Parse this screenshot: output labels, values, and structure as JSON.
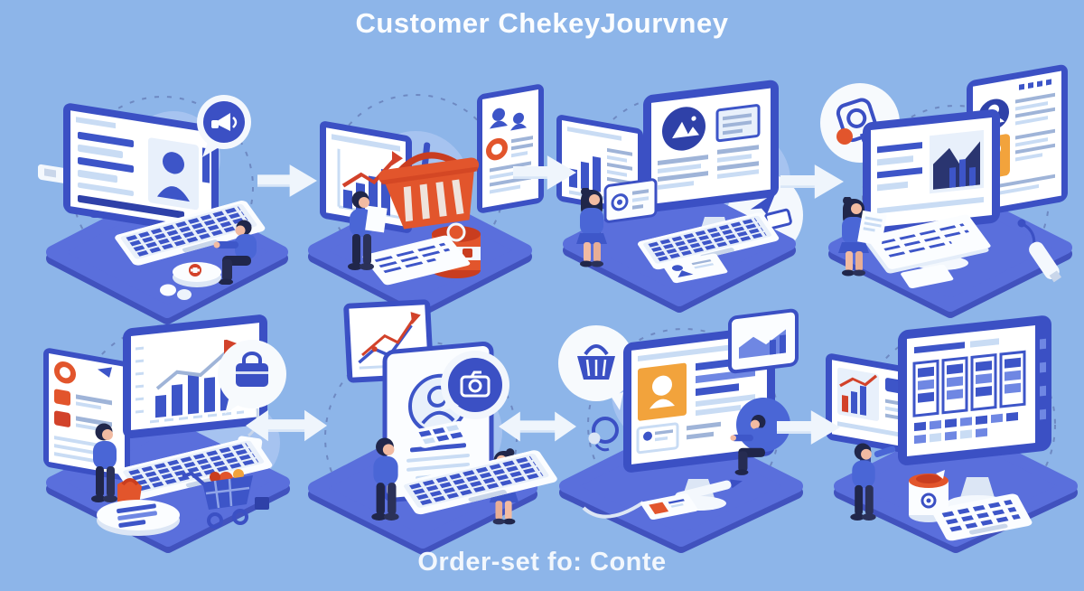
{
  "title": "Customer ChekeyJourvney",
  "subtitle": "Order-set fo: Conte",
  "colors": {
    "background": "#8DB5E9",
    "platform": "#5A6FDC",
    "platform_shadow": "#4152BE",
    "screen_frame": "#3B50C4",
    "content_blue": "#3D55C8",
    "content_blue_light": "#6F87E3",
    "light_blue_bar": "#C9DCF4",
    "muted_bar": "#9FB4D8",
    "blob": "#A6C3F0",
    "accent_orange": "#E2552C",
    "accent_orange_dark": "#C93D1F",
    "accent_yellow_orange": "#F2A33C",
    "accent_red": "#D2422A",
    "white": "#FBFDFF",
    "navy": "#20264A",
    "arrow": "#EFF5FC",
    "dashed_ring": "#6E89C2"
  },
  "panels": [
    {
      "id": "panel-1",
      "name": "profile-browsing",
      "row": 1,
      "col": 1,
      "description": "Person seated beside a laptop and monitor showing a profile page; megaphone speech bubble"
    },
    {
      "id": "panel-2",
      "name": "shopping-research",
      "row": 1,
      "col": 2,
      "description": "Person reading a report next to analytics board, orange shopping basket, contact card and product barrel"
    },
    {
      "id": "panel-3",
      "name": "content-review",
      "row": 1,
      "col": 3,
      "description": "Woman with tablet in front of a desktop showing a media post plus a secondary chart screen"
    },
    {
      "id": "panel-4",
      "name": "report-analysis",
      "row": 1,
      "col": 4,
      "description": "Woman holding a document near a monitor with area chart and a profile screen with lock badge; webcam speech bubble"
    },
    {
      "id": "panel-5",
      "name": "order-dashboard",
      "row": 2,
      "col": 1,
      "description": "Person with shopping bag at laptop bar-chart screen, list panel, shopping cart and briefcase badge"
    },
    {
      "id": "panel-6",
      "name": "account-card",
      "row": 2,
      "col": 2,
      "description": "Two people around a large profile card with camera speech bubble and a line-chart board"
    },
    {
      "id": "panel-7",
      "name": "storefront-page",
      "row": 2,
      "col": 3,
      "description": "Seated person by a desktop storefront page with basket badge, headset and floating chart card"
    },
    {
      "id": "panel-8",
      "name": "admin-dashboard",
      "row": 2,
      "col": 4,
      "description": "Person at a widescreen module-grid dashboard with side chart screen, paint can and keypad"
    }
  ],
  "arrows": [
    {
      "from": "panel-1",
      "to": "panel-2",
      "direction": "right"
    },
    {
      "from": "panel-2",
      "to": "panel-3",
      "direction": "right"
    },
    {
      "from": "panel-3",
      "to": "panel-4",
      "direction": "right"
    },
    {
      "from": "panel-5",
      "to": "panel-6",
      "direction": "both"
    },
    {
      "from": "panel-6",
      "to": "panel-7",
      "direction": "both"
    },
    {
      "from": "panel-7",
      "to": "panel-8",
      "direction": "right"
    }
  ],
  "icons": {
    "megaphone-icon": "white megaphone in navy circle bubble",
    "webcam-bubble-icon": "outlined device with lens and orange dot in white bubble",
    "camera-icon": "white outlined camera in navy circle bubble",
    "briefcase-bubble-icon": "navy briefcase in white circle bubble",
    "basket-bubble-icon": "navy shopping basket in white circle bubble",
    "image-post-icon": "white mountains-and-sun glyph on navy circle",
    "avatar-icon": "head and shoulders silhouette",
    "lock-badge-icon": "white lock on orange badge",
    "shopping-basket-icon": "orange slatted basket with handle",
    "shopping-cart-icon": "navy cart with orange goods",
    "shopping-bag-icon": "orange carrier bag",
    "product-barrel-icon": "orange drum with white label band",
    "paint-can-icon": "white can with orange lid",
    "headset-icon": "navy outlined headphones",
    "keypad-icon": "white pad with blue key rows",
    "chart-bars-icon": "blue bar chart with red rising arrow"
  }
}
